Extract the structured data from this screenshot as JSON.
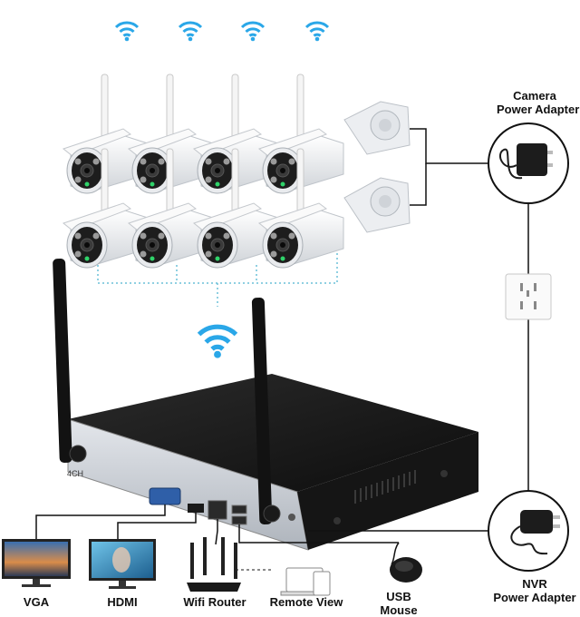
{
  "labels": {
    "camera_adapter_line1": "Camera",
    "camera_adapter_line2": "Power Adapter",
    "nvr_adapter_line1": "NVR",
    "nvr_adapter_line2": "Power Adapter",
    "vga": "VGA",
    "hdmi": "HDMI",
    "wifi_router": "Wifi Router",
    "remote_view": "Remote View",
    "usb_mouse_line1": "USB",
    "usb_mouse_line2": "Mouse",
    "nvr_channel_mark": "4CH"
  },
  "colors": {
    "wifi_signal": "#2aa7e8",
    "connection_line": "#111111",
    "dotted_link": "#6cc0d8",
    "nvr_body": "#1a1a1a",
    "nvr_panel": "#c9ced6",
    "camera_body": "#f2f3f5"
  },
  "icons": [
    "wifi-signal-icon",
    "camera-icon",
    "power-adapter-icon",
    "wall-outlet-icon",
    "monitor-icon",
    "router-icon",
    "laptop-icon",
    "mouse-icon",
    "nvr-icon"
  ]
}
